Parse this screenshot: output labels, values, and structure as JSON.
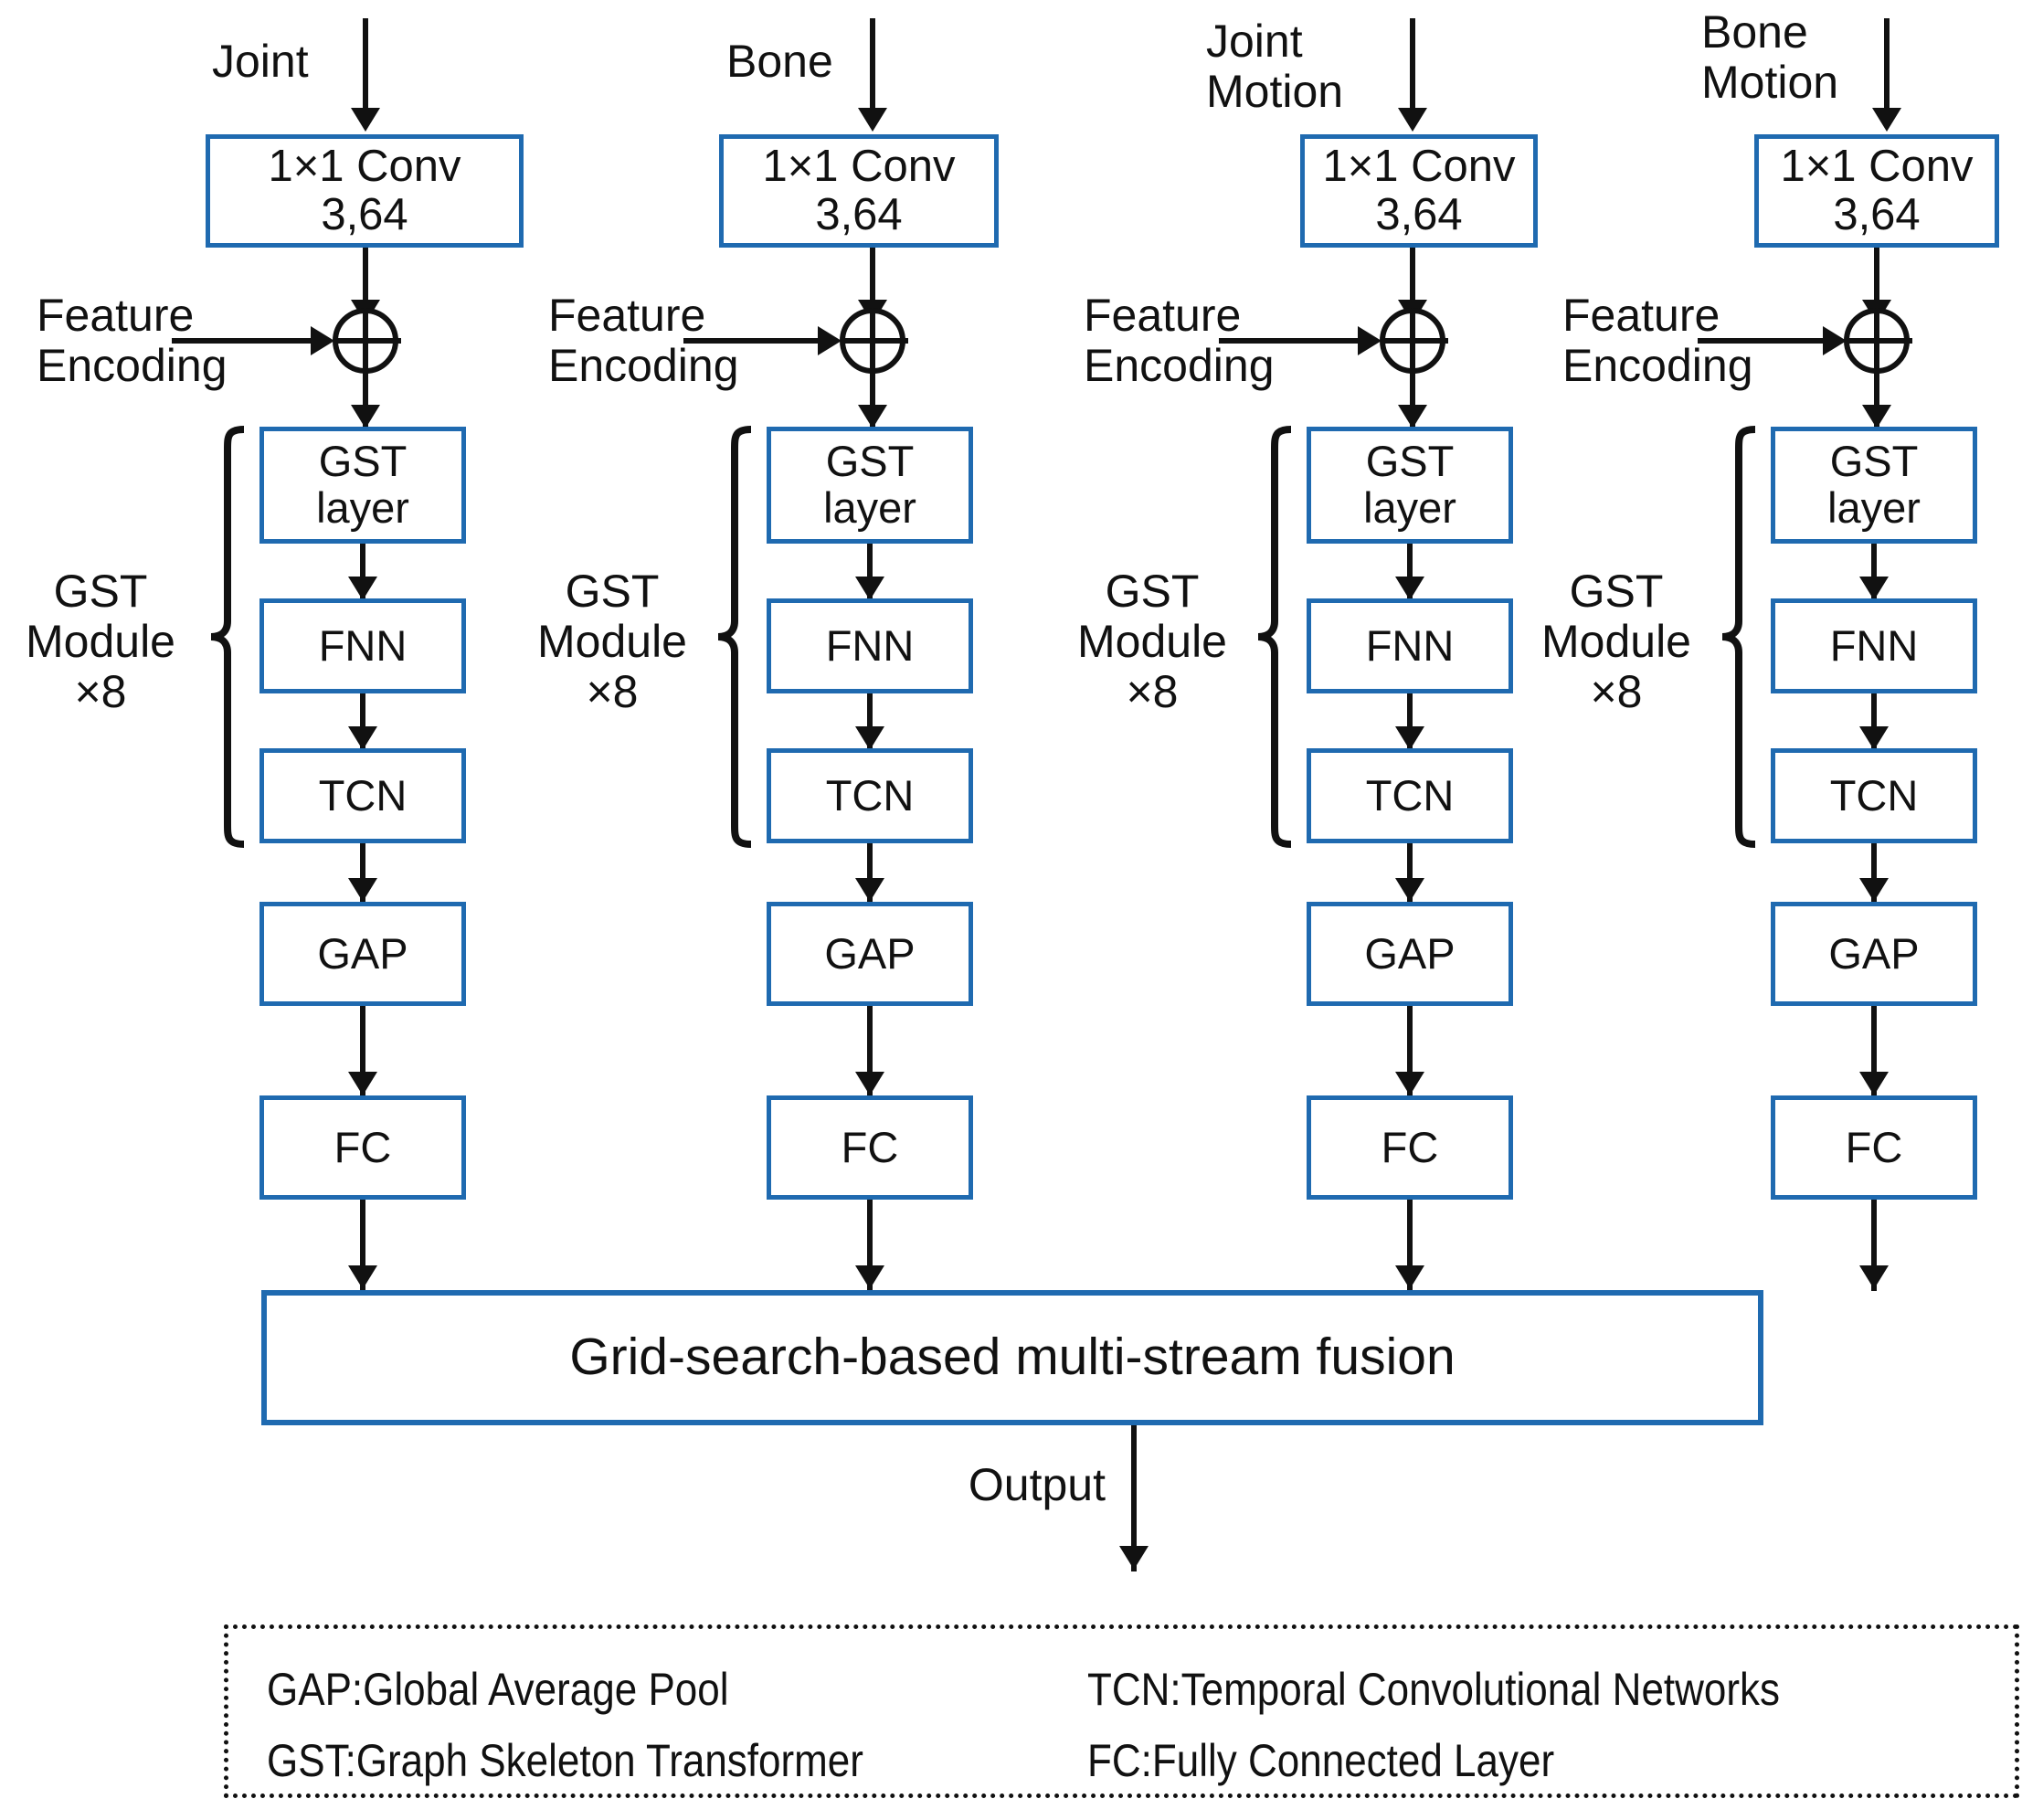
{
  "diagram": {
    "title": "Multi-stream GST network architecture",
    "accent_color": "#1f6ab0",
    "line_color": "#111111",
    "streams": [
      {
        "input_label": "Joint",
        "conv": {
          "line1": "1×1 Conv",
          "line2": "3,64"
        },
        "feature_encoding": {
          "line1": "Feature",
          "line2": "Encoding"
        },
        "merge_op": "plus-circle",
        "module_label": {
          "line1": "GST",
          "line2": "Module",
          "line3": "×8"
        },
        "blocks": [
          {
            "line1": "GST",
            "line2": "layer"
          },
          {
            "line1": "FNN",
            "line2": ""
          },
          {
            "line1": "TCN",
            "line2": ""
          }
        ],
        "gap": "GAP",
        "fc": "FC"
      },
      {
        "input_label": "Bone",
        "conv": {
          "line1": "1×1 Conv",
          "line2": "3,64"
        },
        "feature_encoding": {
          "line1": "Feature",
          "line2": "Encoding"
        },
        "merge_op": "plus-circle",
        "module_label": {
          "line1": "GST",
          "line2": "Module",
          "line3": "×8"
        },
        "blocks": [
          {
            "line1": "GST",
            "line2": "layer"
          },
          {
            "line1": "FNN",
            "line2": ""
          },
          {
            "line1": "TCN",
            "line2": ""
          }
        ],
        "gap": "GAP",
        "fc": "FC"
      },
      {
        "input_label": "Joint\nMotion",
        "conv": {
          "line1": "1×1 Conv",
          "line2": "3,64"
        },
        "feature_encoding": {
          "line1": "Feature",
          "line2": "Encoding"
        },
        "merge_op": "plus-circle",
        "module_label": {
          "line1": "GST",
          "line2": "Module",
          "line3": "×8"
        },
        "blocks": [
          {
            "line1": "GST",
            "line2": "layer"
          },
          {
            "line1": "FNN",
            "line2": ""
          },
          {
            "line1": "TCN",
            "line2": ""
          }
        ],
        "gap": "GAP",
        "fc": "FC"
      },
      {
        "input_label": "Bone\nMotion",
        "conv": {
          "line1": "1×1 Conv",
          "line2": "3,64"
        },
        "feature_encoding": {
          "line1": "Feature",
          "line2": "Encoding"
        },
        "merge_op": "plus-circle",
        "module_label": {
          "line1": "GST",
          "line2": "Module",
          "line3": "×8"
        },
        "blocks": [
          {
            "line1": "GST",
            "line2": "layer"
          },
          {
            "line1": "FNN",
            "line2": ""
          },
          {
            "line1": "TCN",
            "line2": ""
          }
        ],
        "gap": "GAP",
        "fc": "FC"
      }
    ],
    "fusion": {
      "label": "Grid-search-based multi-stream fusion"
    },
    "output": {
      "label": "Output"
    },
    "legend": {
      "left": [
        "GAP:Global Average Pool",
        "GST:Graph Skeleton Transformer"
      ],
      "right": [
        "TCN:Temporal Convolutional Networks",
        "FC:Fully Connected Layer"
      ]
    }
  }
}
